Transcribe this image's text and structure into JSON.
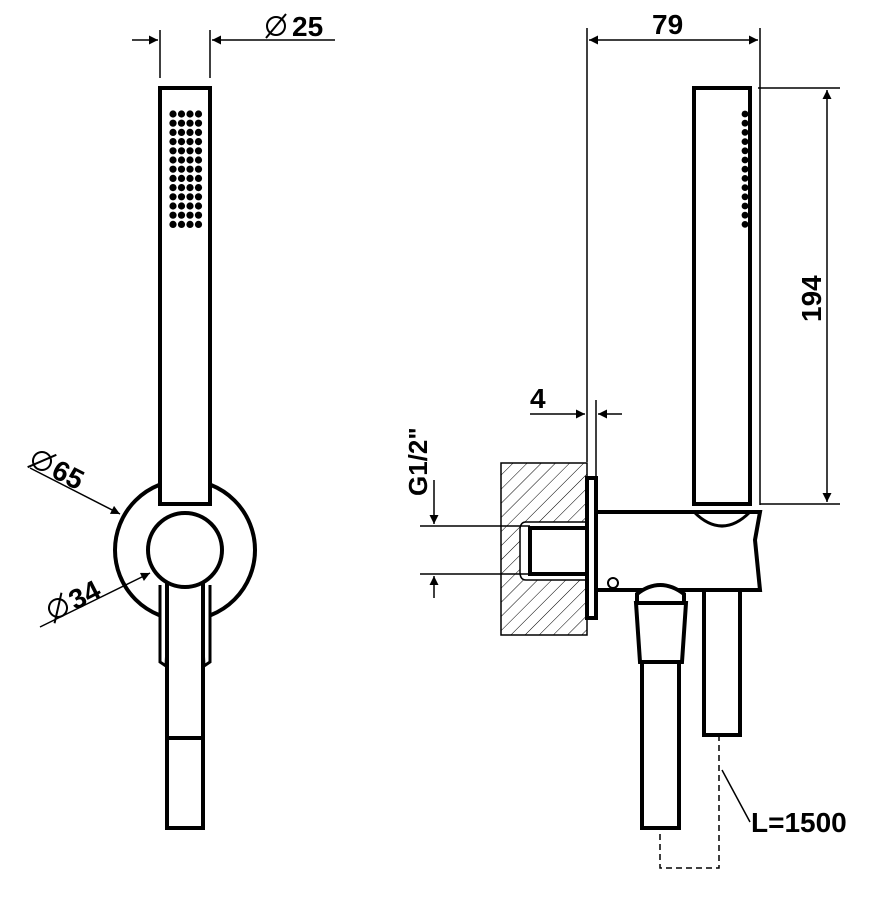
{
  "dimensions": {
    "diameter_25": "25",
    "width_79": "79",
    "height_194": "194",
    "diameter_65": "65",
    "diameter_34": "34",
    "offset_4": "4",
    "thread": "G1/2\"",
    "hose_length": "L=1500"
  },
  "symbols": {
    "diameter": "diameter-symbol"
  },
  "colors": {
    "line": "#000000",
    "background": "#ffffff"
  }
}
